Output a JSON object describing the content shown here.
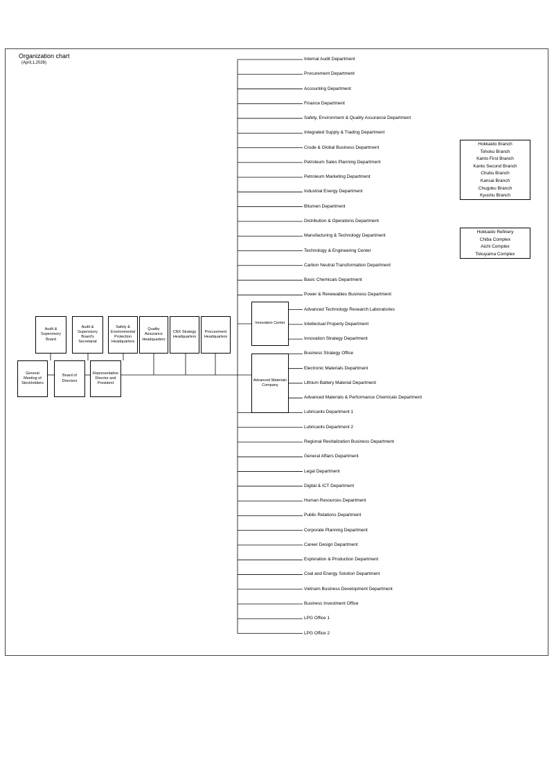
{
  "header": {
    "title": "Organization chart",
    "date": "(April,1,2026)"
  },
  "governance": {
    "general_meeting": "General\nMeeting of\nStockholders",
    "board_of_directors": "Board of\nDirectors",
    "representative_director": "Representative\nDirector and\nPresident",
    "audit_board": "Audit &\nSupervisory\nBoard",
    "audit_secretariat": "Audit &\nSupervisory\nBoard's\nSecretariat",
    "safety_hq": "Safety &\nEnvironmental\nProtection\nHeadquarters",
    "quality_hq": "Quality\nAssurance\nHeadquarters",
    "cnx_hq": "CNX Strategy\nHeadquarters",
    "procurement_hq": "Procurement\nHeadquarters"
  },
  "sub_units": {
    "innovation_center": "Innovation Center",
    "advanced_materials": "Advanced Materials\nCompany"
  },
  "departments": [
    "Internal Audit Department",
    "Procurement Department",
    "Accounting Department",
    "Finance Department",
    "Safety, Environment & Quality Assurance Department",
    "Integrated Supply & Trading Department",
    "Crude & Global Business Department",
    "Petroleum Sales Planning Department",
    "Petroleum Marketing Department",
    "Industrial Energy Department",
    "Bitumen Department",
    "Distribution & Operations Department",
    "Manufacturing & Technology Department",
    "Technology & Engineering Center",
    "Carbon Neutral Transformation Department",
    "Basic Chemicals Department",
    "Power & Renewables Business Department",
    "Advanced Technology Research Laboratories",
    "Intellectual Property Department",
    "Innovation Strategy Department",
    "Business Strategy Office",
    "Electronic Materials Department",
    "Lithium Battery Material Department",
    "Advanced Materials & Performance Chemicals Department",
    "Lubricants Department 1",
    "Lubricants Department  2",
    "Regional Revitalization Business Department",
    "General Affairs Department",
    "Legal Department",
    "Digital & ICT Department",
    "Human Resources Department",
    "Public Relations Department",
    "Corporate Planning Department",
    "Career Design Department",
    "Exploration & Production Department",
    "Coal and Energy Solution Department",
    "Vietnam Business Development Department",
    "Business Investment Office",
    "LPG Office 1",
    "LPG Office  2"
  ],
  "branches": [
    "Hokkaido Branch",
    "Tohoku Branch",
    "Kanto First Branch",
    "Kanto Second Branch",
    "Chubu Branch",
    "Kansai Branch",
    "Chugoku Branch",
    "Kyushu Branch"
  ],
  "refineries": [
    "Hokkaido Refinery",
    "Chiba Complex",
    "Aichi Complex",
    "Tokuyama Complex"
  ]
}
